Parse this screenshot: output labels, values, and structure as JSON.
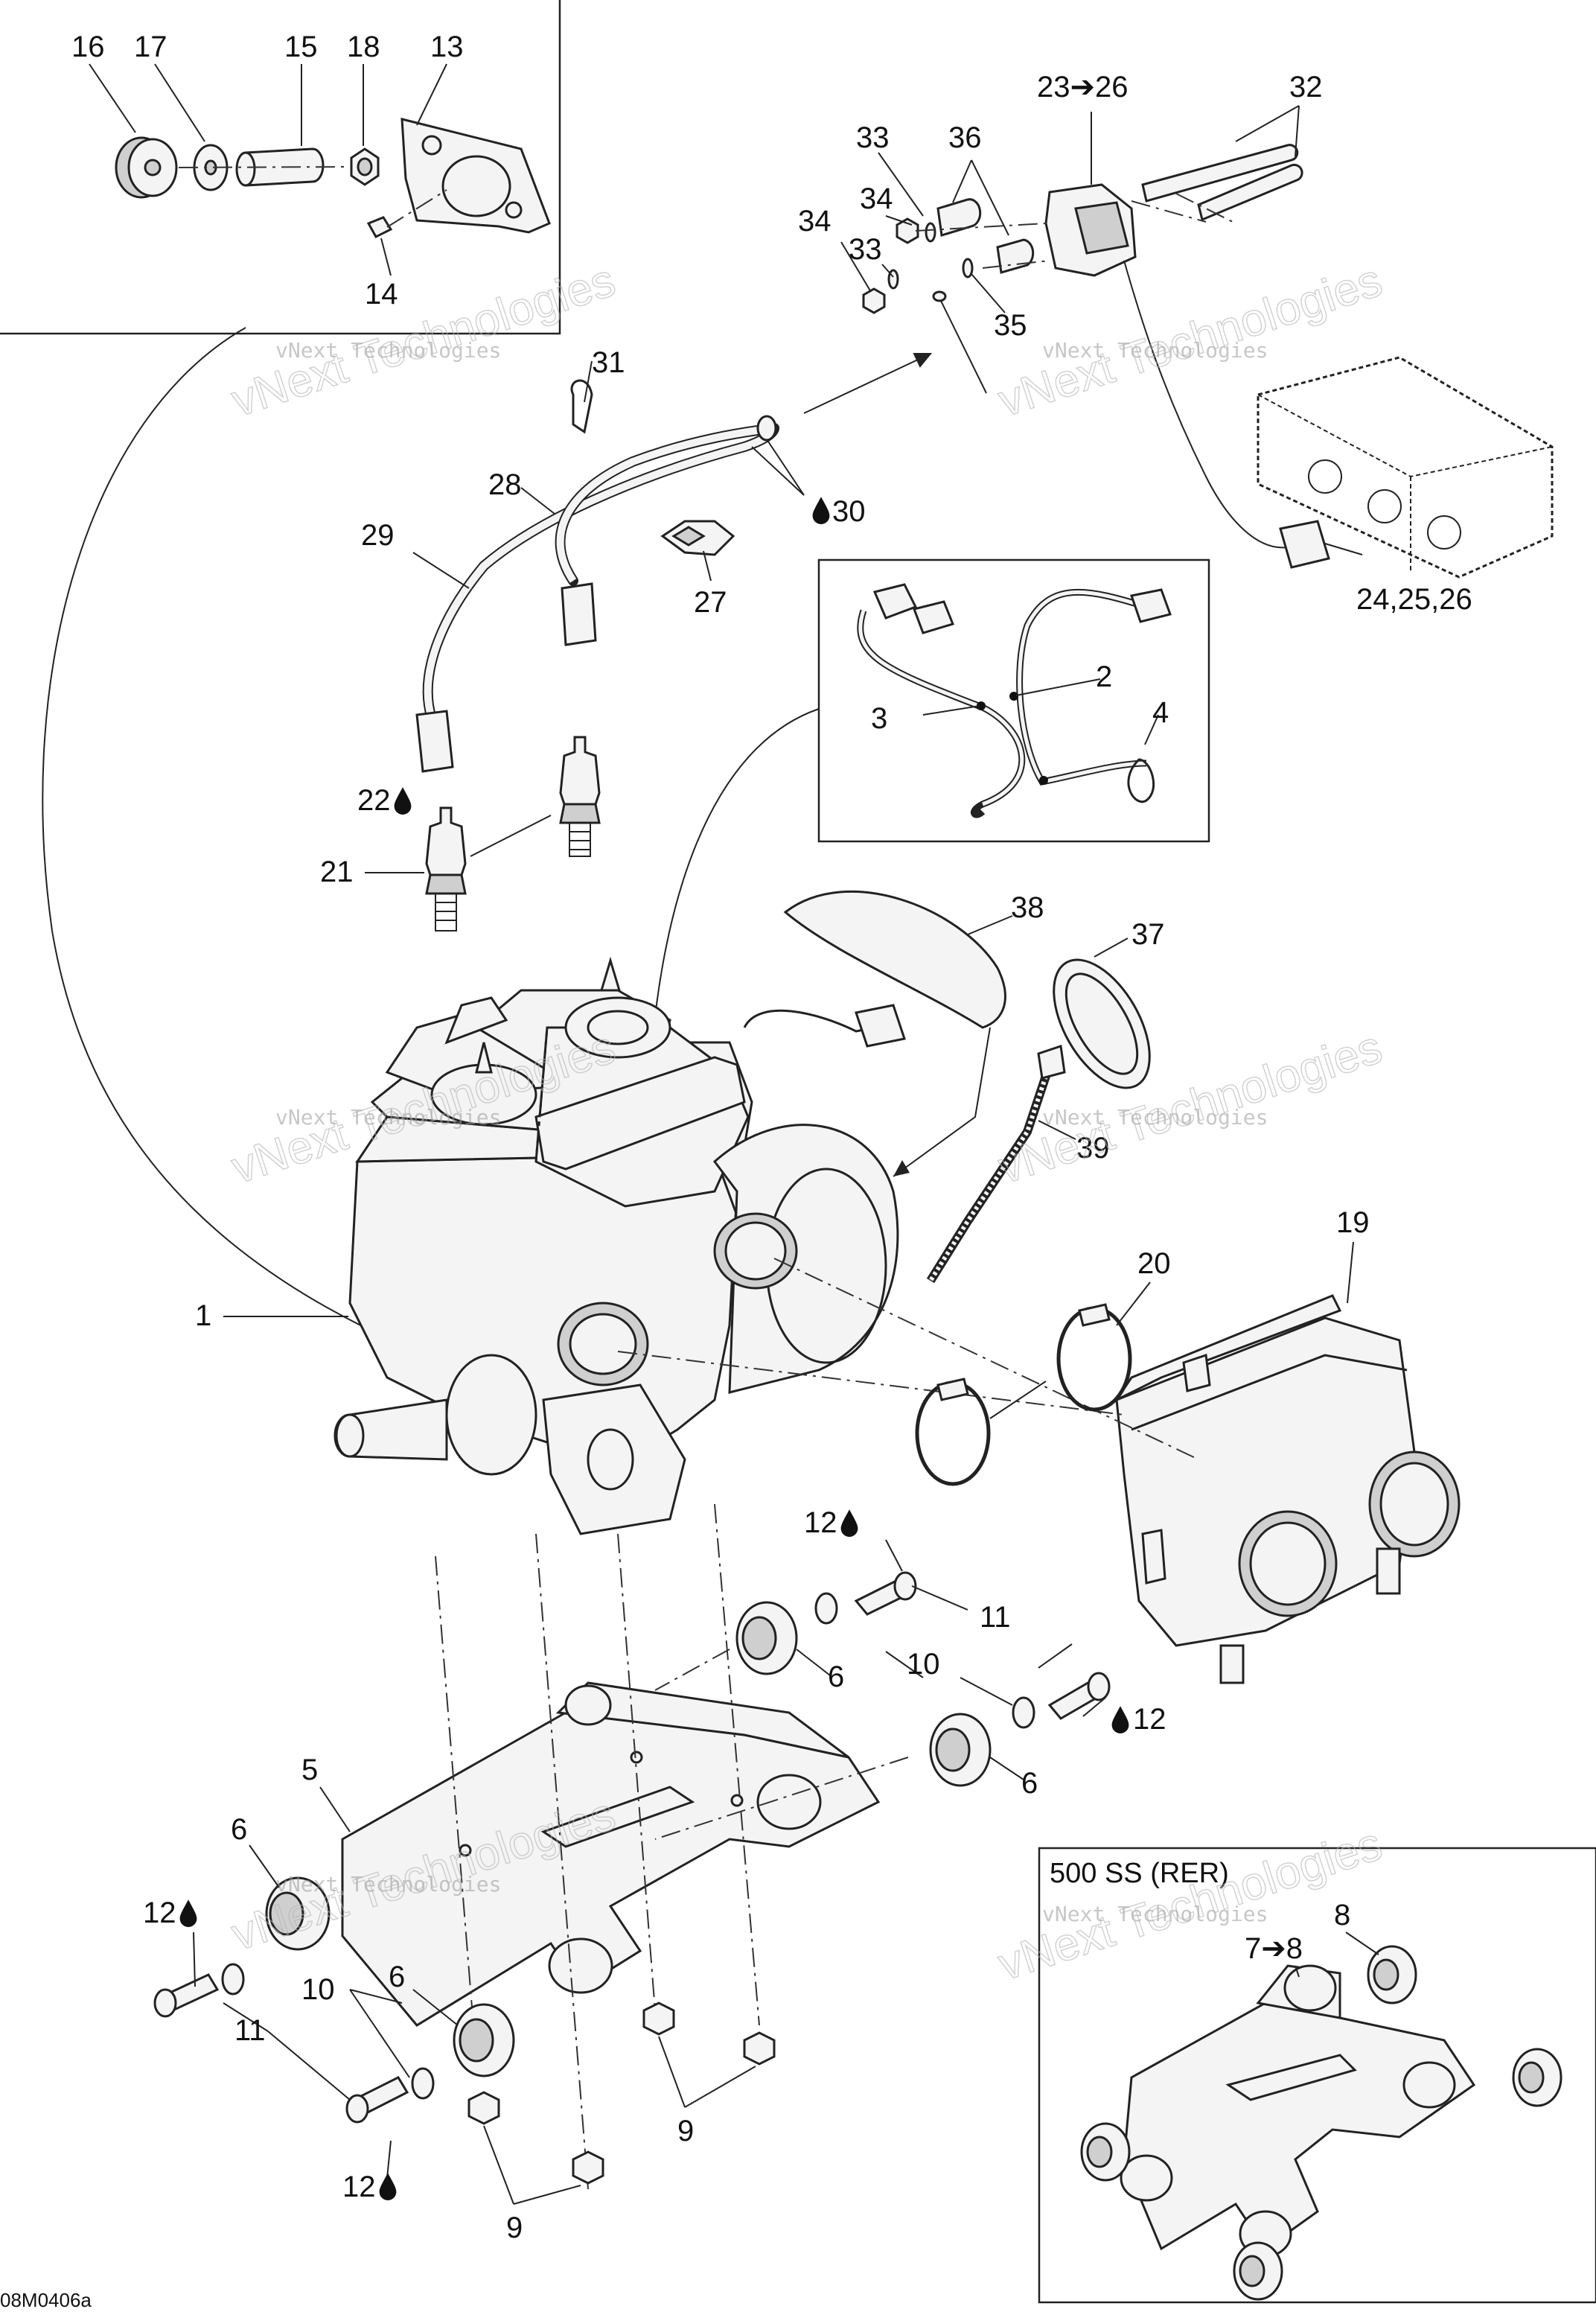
{
  "callouts": {
    "c1": "1",
    "c2": "2",
    "c3": "3",
    "c4": "4",
    "c5": "5",
    "c6a": "6",
    "c6b": "6",
    "c6c": "6",
    "c6d": "6",
    "c7to8": "7➔8",
    "c8": "8",
    "c9a": "9",
    "c9b": "9",
    "c10a": "10",
    "c10b": "10",
    "c11a": "11",
    "c11b": "11",
    "c12a": "12",
    "c12b": "12",
    "c12c": "12",
    "c12d": "12",
    "c13": "13",
    "c14": "14",
    "c15": "15",
    "c16": "16",
    "c17": "17",
    "c18": "18",
    "c19": "19",
    "c20": "20",
    "c21": "21",
    "c22": "22",
    "c23to26": "23➔26",
    "c24_25_26": "24,25,26",
    "c27": "27",
    "c28": "28",
    "c29": "29",
    "c30": "30",
    "c31": "31",
    "c32": "32",
    "c33a": "33",
    "c33b": "33",
    "c34a": "34",
    "c34b": "34",
    "c35": "35",
    "c36": "36",
    "c37": "37",
    "c38": "38",
    "c39": "39"
  },
  "inset_title": "500 SS (RER)",
  "watermark_text": "vNext Technologies",
  "watermark_overlay": "vNext Technologies",
  "drawing_code": "08M0406a",
  "icons": {
    "lubricant": "oil-drop-icon"
  }
}
